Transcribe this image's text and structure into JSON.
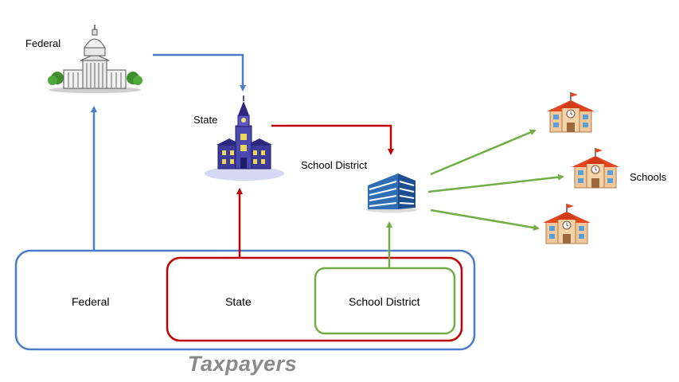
{
  "labels": {
    "federal_top": "Federal",
    "state_top": "State",
    "school_district_top": "School District",
    "schools": "Schools",
    "federal_box": "Federal",
    "state_box": "State",
    "school_district_box": "School District",
    "taxpayers": "Taxpayers"
  },
  "colors": {
    "federal": "#4a7cc7",
    "state": "#c00000",
    "district": "#70ad47",
    "taxpayers_text": "#8a8a8a"
  },
  "icons": {
    "federal": "capitol-building-icon",
    "state": "state-hall-icon",
    "district": "office-building-icon",
    "school": "school-house-icon"
  }
}
